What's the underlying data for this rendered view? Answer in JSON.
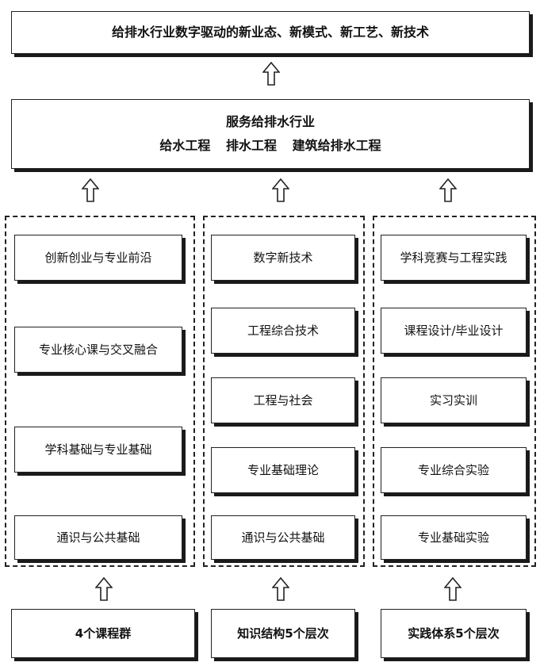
{
  "top": {
    "title": "给排水行业数字驱动的新业态、新模式、新工艺、新技术"
  },
  "service": {
    "title": "服务给排水行业",
    "areas": [
      "给水工程",
      "排水工程",
      "建筑给排水工程"
    ]
  },
  "columns": {
    "left": [
      "创新创业与专业前沿",
      "专业核心课与交叉融合",
      "学科基础与专业基础",
      "通识与公共基础"
    ],
    "middle": [
      "数字新技术",
      "工程综合技术",
      "工程与社会",
      "专业基础理论",
      "通识与公共基础"
    ],
    "right": [
      "学科竞赛与工程实践",
      "课程设计/毕业设计",
      "实习实训",
      "专业综合实验",
      "专业基础实验"
    ]
  },
  "bottom": [
    "4个课程群",
    "知识结构5个层次",
    "实践体系5个层次"
  ]
}
